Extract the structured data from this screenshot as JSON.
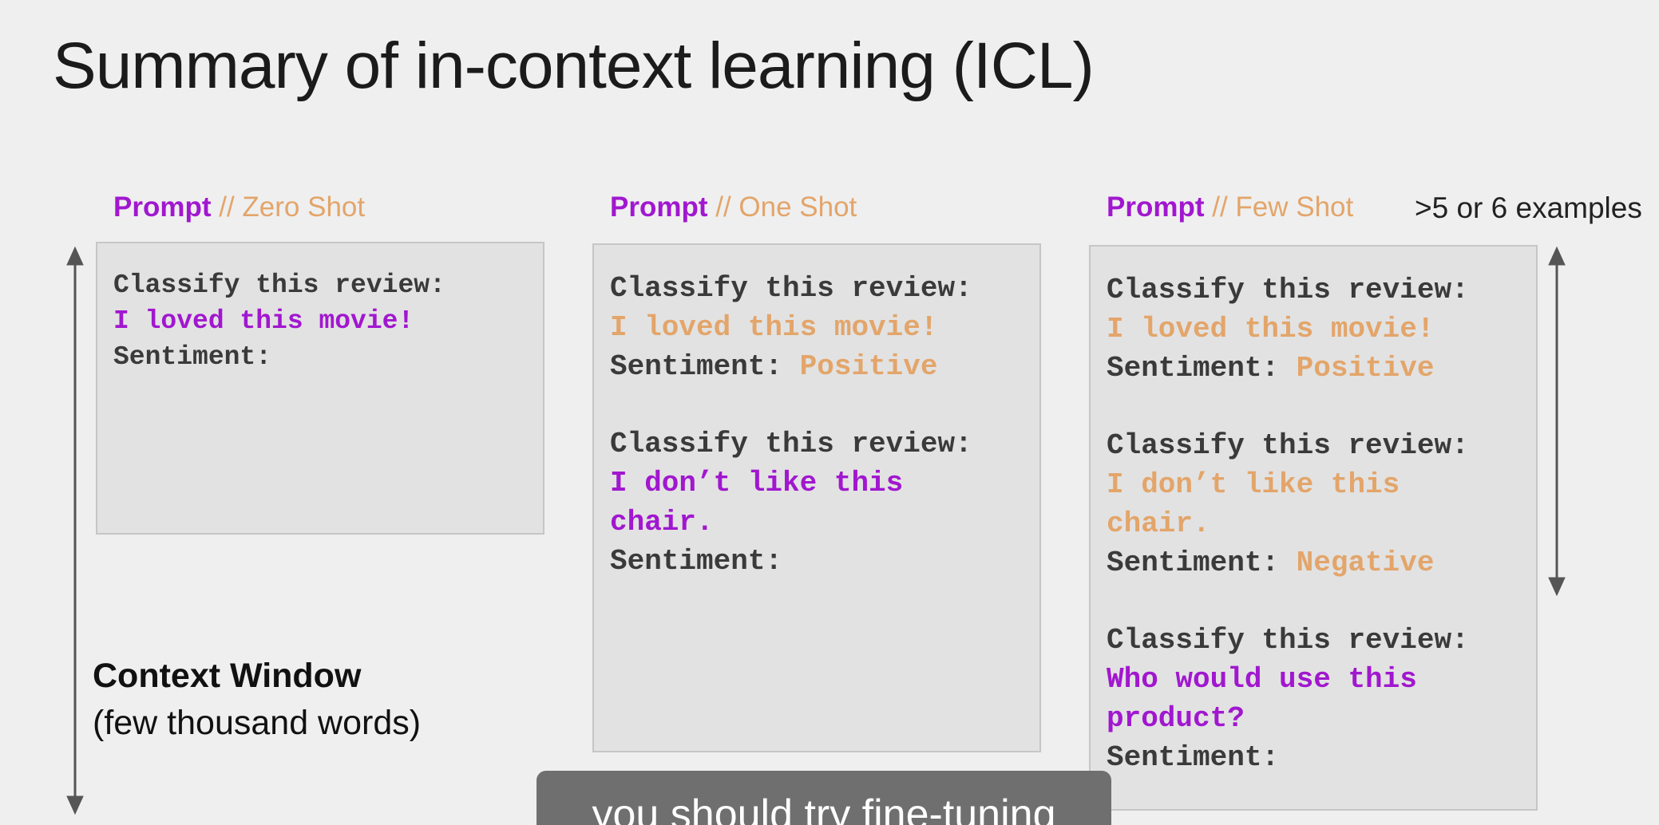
{
  "title": "Summary of in-context learning (ICL)",
  "columns": [
    {
      "prompt_label": "Prompt",
      "shot_label": "// Zero Shot",
      "lines": [
        {
          "text": "Classify this review:",
          "color": "default"
        },
        {
          "text": "I loved this movie!",
          "color": "purple"
        },
        {
          "text": "Sentiment:",
          "color": "default"
        }
      ]
    },
    {
      "prompt_label": "Prompt",
      "shot_label": "// One Shot",
      "lines": [
        {
          "text": "Classify this review:",
          "color": "default"
        },
        {
          "text": "I loved this movie!",
          "color": "orange"
        },
        {
          "label": "Sentiment: ",
          "value": "Positive",
          "value_color": "orange"
        },
        {
          "gap": true
        },
        {
          "text": "Classify this review:",
          "color": "default"
        },
        {
          "text": "I don’t like this",
          "color": "purple"
        },
        {
          "text": "chair.",
          "color": "purple"
        },
        {
          "text": "Sentiment:",
          "color": "default"
        }
      ]
    },
    {
      "prompt_label": "Prompt",
      "shot_label": "// Few Shot",
      "lines": [
        {
          "text": "Classify this review:",
          "color": "default"
        },
        {
          "text": "I loved this movie!",
          "color": "orange"
        },
        {
          "label": "Sentiment: ",
          "value": "Positive",
          "value_color": "orange"
        },
        {
          "gap": true
        },
        {
          "text": "Classify this review:",
          "color": "default"
        },
        {
          "text": "I don’t like this",
          "color": "orange"
        },
        {
          "text": "chair.",
          "color": "orange"
        },
        {
          "label": "Sentiment: ",
          "value": "Negative",
          "value_color": "orange"
        },
        {
          "gap": true
        },
        {
          "text": "Classify this review:",
          "color": "default"
        },
        {
          "text": "Who would use this",
          "color": "purple"
        },
        {
          "text": "product?",
          "color": "purple"
        },
        {
          "text": "Sentiment:",
          "color": "default"
        }
      ]
    }
  ],
  "examples_note": ">5 or 6 examples",
  "context_window": {
    "title": "Context Window",
    "subtitle": "(few thousand words)"
  },
  "caption": "you should try fine-tuning",
  "colors": {
    "purple": "#a117cf",
    "orange": "#e3a56a",
    "default": "#3a3a3a",
    "background": "#efefef",
    "box": "#e2e2e2"
  }
}
